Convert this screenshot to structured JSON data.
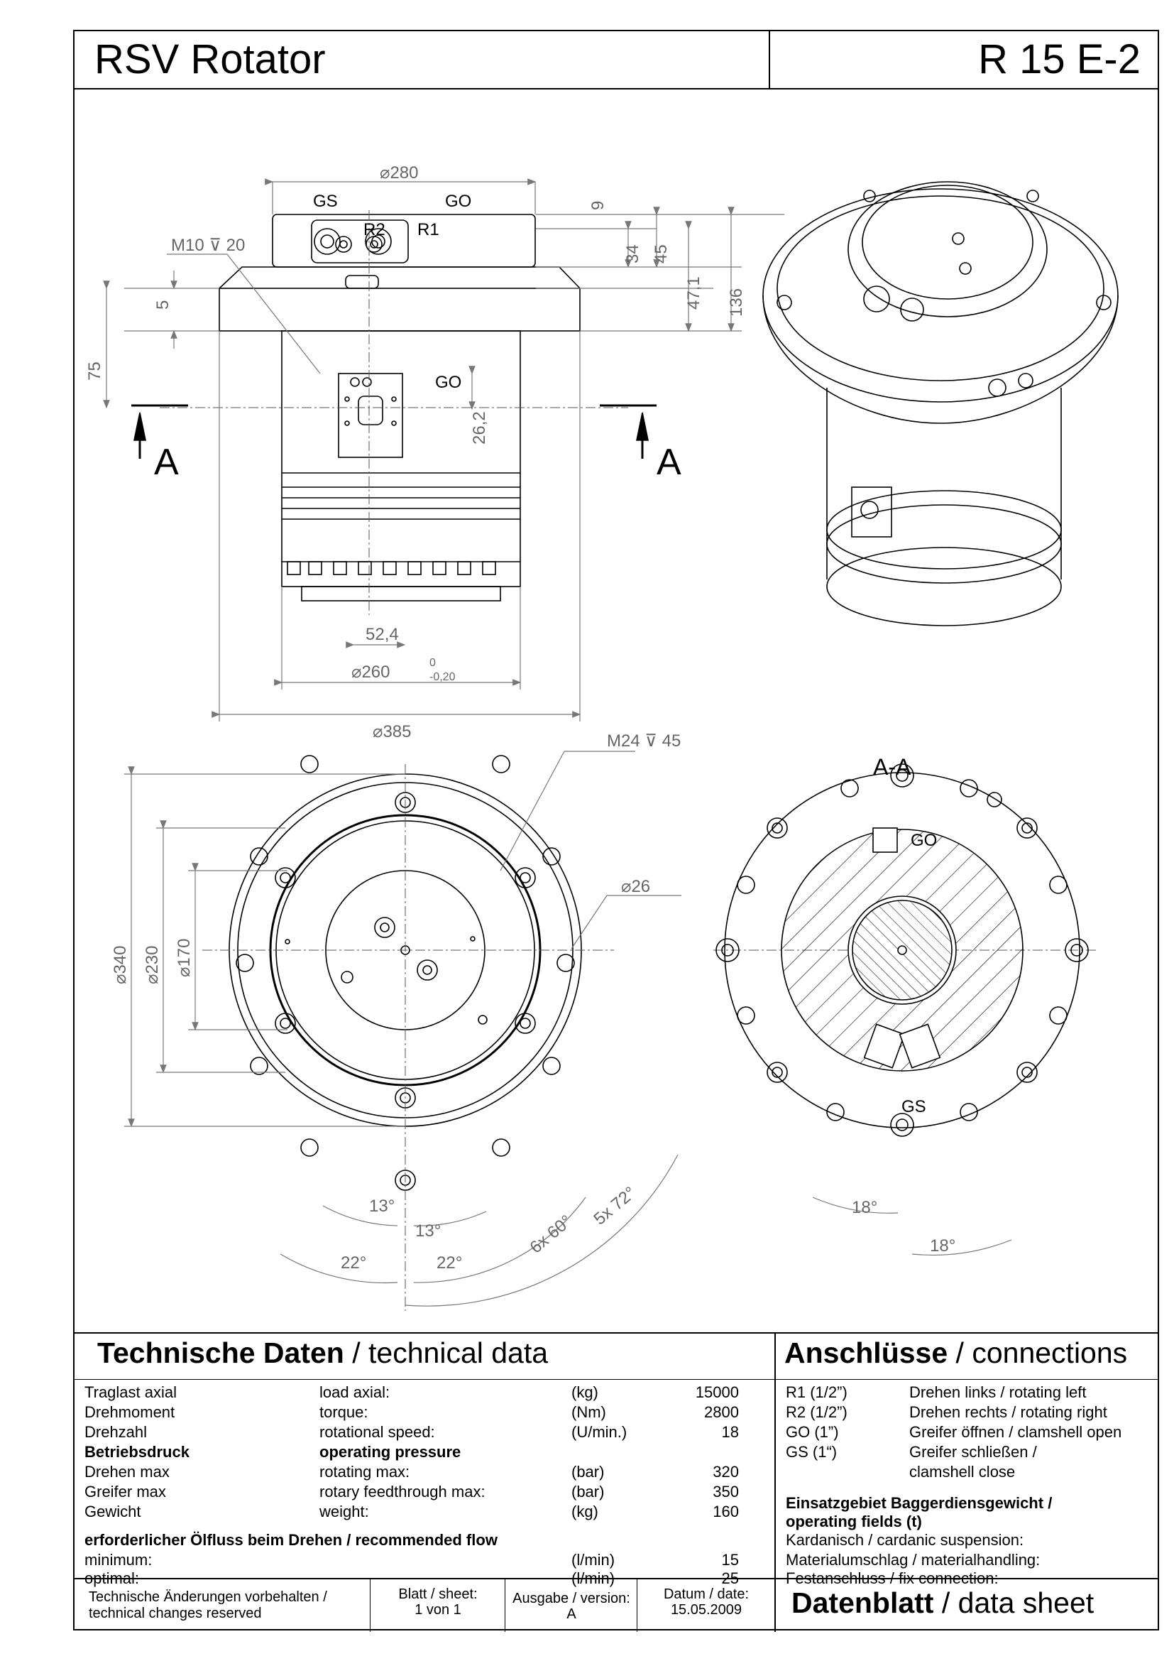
{
  "header": {
    "title": "RSV Rotator",
    "model": "R 15 E-2"
  },
  "drawing": {
    "dims": {
      "d280": "⌀280",
      "m10": "M10 ⊽ 20",
      "d9": "9",
      "d34": "34",
      "d45": "45",
      "d47": "47,1",
      "d136": "136",
      "d5": "5",
      "d75": "75",
      "d26_2": "26,2",
      "d52": "52,4",
      "d260": "⌀260",
      "d260tol_up": "0",
      "d260tol_low": "-0,20",
      "d385": "⌀385",
      "m24": "M24 ⊽ 45",
      "d26": "⌀26",
      "d340": "⌀340",
      "d230": "⌀230",
      "d170": "⌀170",
      "a13a": "13°",
      "a13b": "13°",
      "a22a": "22°",
      "a22b": "22°",
      "a6x60": "6x 60°",
      "a5x72": "5x 72°",
      "a18a": "18°",
      "a18b": "18°"
    },
    "labels": {
      "gs": "GS",
      "go": "GO",
      "r1": "R1",
      "r2": "R2",
      "go_side": "GO",
      "sec_a_left": "A",
      "sec_a_right": "A",
      "section_title": "A-A",
      "go_sec": "GO",
      "gs_sec": "GS"
    }
  },
  "tech": {
    "title_de": "Technische Daten",
    "title_sep": " / ",
    "title_en": "technical data",
    "rows": [
      {
        "de": "Traglast axial",
        "en": "load axial:",
        "unit": "(kg)",
        "value": "15000",
        "bold": false
      },
      {
        "de": "Drehmoment",
        "en": "torque:",
        "unit": "(Nm)",
        "value": "2800",
        "bold": false
      },
      {
        "de": "Drehzahl",
        "en": "rotational speed:",
        "unit": "(U/min.)",
        "value": "18",
        "bold": false
      },
      {
        "de": "Betriebsdruck",
        "en": "operating pressure",
        "unit": "",
        "value": "",
        "bold": true
      },
      {
        "de": "Drehen max",
        "en": "rotating max:",
        "unit": "(bar)",
        "value": "320",
        "bold": false
      },
      {
        "de": "Greifer max",
        "en": "rotary feedthrough max:",
        "unit": "(bar)",
        "value": "350",
        "bold": false
      },
      {
        "de": "Gewicht",
        "en": "weight:",
        "unit": "(kg)",
        "value": "160",
        "bold": false
      }
    ],
    "flow_title": "erforderlicher Ölfluss beim Drehen / recommended flow",
    "flow_rows": [
      {
        "label": "minimum:",
        "unit": "(l/min)",
        "value": "15"
      },
      {
        "label": "optimal:",
        "unit": "(l/min)",
        "value": "25"
      }
    ]
  },
  "connections": {
    "title_de": "Anschlüsse",
    "title_sep": " / ",
    "title_en": "connections",
    "rows": [
      {
        "port": "R1  (1/2”)",
        "desc": "Drehen links / rotating left"
      },
      {
        "port": "R2  (1/2”)",
        "desc": "Drehen rechts / rotating right"
      },
      {
        "port": "GO  (1”)",
        "desc": "Greifer öffnen / clamshell open"
      },
      {
        "port": "GS  (1“)",
        "desc": "Greifer schließen /"
      },
      {
        "port": "",
        "desc": "clamshell close"
      }
    ],
    "fields_title_1": "Einsatzgebiet Baggerdiensgewicht /",
    "fields_title_2": "operating fields (t)",
    "fields": [
      "Kardanisch / cardanic suspension:",
      "Materialumschlag / materialhandling:",
      "Festanschluss / fix connection:"
    ]
  },
  "footer": {
    "note_1": "Technische Änderungen vorbehalten /",
    "note_2": "technical changes reserved",
    "sheet_label": "Blatt / sheet:",
    "sheet_value": "1 von 1",
    "version_label": "Ausgabe / version:",
    "version_value": "A",
    "date_label": "Datum / date:",
    "date_value": "15.05.2009",
    "ds_de": "Datenblatt",
    "ds_sep": " / ",
    "ds_en": "data sheet"
  }
}
